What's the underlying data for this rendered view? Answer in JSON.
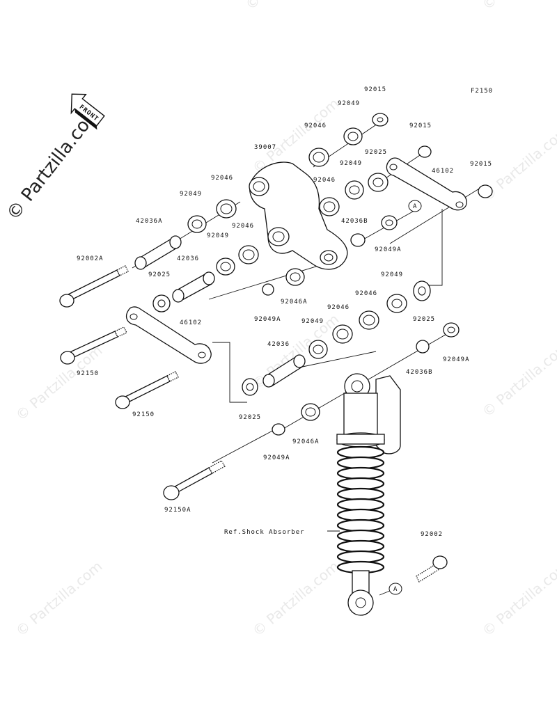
{
  "figure_code": "F2150",
  "front_arrow_label": "FRONT",
  "watermark": "© Partzilla.com",
  "callout_letter": "A",
  "ref_label": "Ref.Shock Absorber",
  "labels": {
    "p92015_top": "92015",
    "p92049_top": "92049",
    "p92046_top": "92046",
    "p39007": "39007",
    "p92015_mid": "92015",
    "p92015_right": "92015",
    "p46102_top": "46102",
    "p92025_top": "92025",
    "p92049_mid": "92049",
    "p92046_mid": "92046",
    "p92046_left": "92046",
    "p92049_left": "92049",
    "p42036A": "42036A",
    "p42036B": "42036B",
    "p92002A": "92002A",
    "p92046_l2": "92046",
    "p92049_l2": "92049",
    "p42036_l": "42036",
    "p92025_l": "92025",
    "p92049A_mid": "92049A",
    "p92046A_mid": "92046A",
    "p92049A_left": "92049A",
    "p92049_r": "92049",
    "p92025_r": "92025",
    "p92046_c": "92046",
    "p92049_c": "92049",
    "p46102_low": "46102",
    "p92150_a": "92150",
    "p92150_b": "92150",
    "p42036_c": "42036",
    "p92049A_r": "92049A",
    "p42036B_r": "42036B",
    "p92025_low": "92025",
    "p92046A_low": "92046A",
    "p92049A_low": "92049A",
    "p92150A": "92150A",
    "p92002": "92002"
  }
}
